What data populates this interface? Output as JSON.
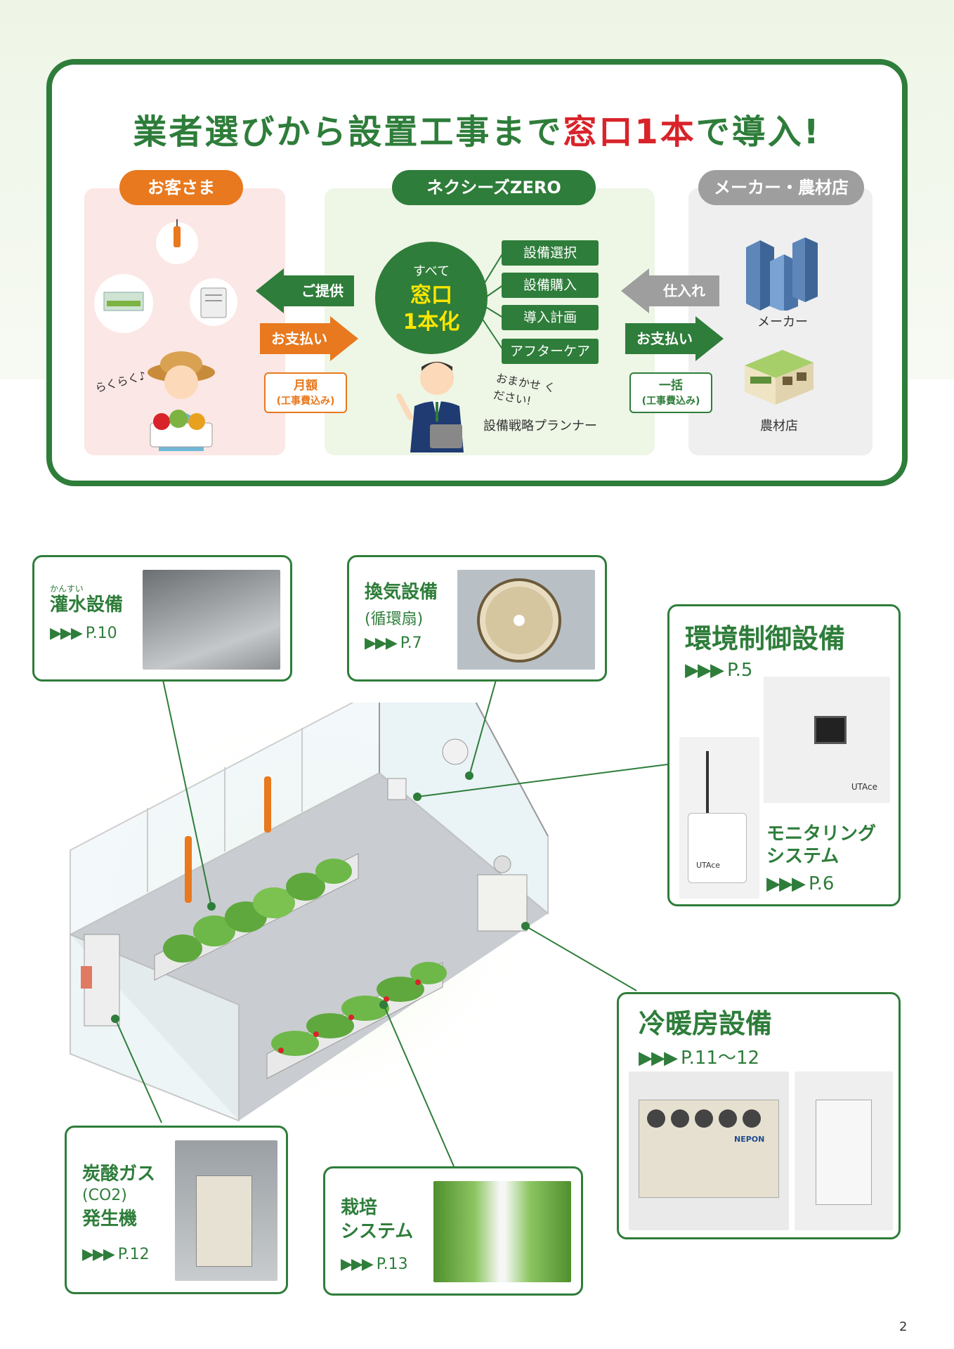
{
  "headline": {
    "part1": "業者選びから設置工事まで",
    "part2": "窓口1本",
    "part3": "で導入!"
  },
  "columns": {
    "customer": "お客さま",
    "zero": "ネクシーズZERO",
    "maker": "メーカー・農材店"
  },
  "center": {
    "small": "すべて",
    "big1": "窓口",
    "big2": "1本化"
  },
  "services": [
    "設備選択",
    "設備購入",
    "導入計画",
    "アフターケア"
  ],
  "arrows": {
    "provide": "ご提供",
    "pay_left": "お支払い",
    "purchase": "仕入れ",
    "pay_right": "お支払い"
  },
  "notes": {
    "monthly_1": "月額",
    "monthly_2": "(工事費込み)",
    "lump_1": "一括",
    "lump_2": "(工事費込み)"
  },
  "captions": {
    "rakuraku": "らくらく♪",
    "omakase": "おまかせ ください!",
    "planner": "設備戦略プランナー",
    "maker": "メーカー",
    "shop": "農材店"
  },
  "cards": {
    "irrigation": {
      "ruby": "かんすい",
      "title": "灌水設備",
      "page": "P.10"
    },
    "ventilation": {
      "title": "換気設備",
      "sub": "(循環扇)",
      "page": "P.7"
    },
    "env": {
      "title": "環境制御設備",
      "page": "P.5",
      "sub_title1": "モニタリング",
      "sub_title2": "システム",
      "sub_page": "P.6"
    },
    "hvac": {
      "title": "冷暖房設備",
      "page": "P.11〜12"
    },
    "co2": {
      "title1": "炭酸ガス",
      "title2": "(CO2)",
      "title3": "発生機",
      "page": "P.12"
    },
    "cultivation": {
      "title1": "栽培",
      "title2": "システム",
      "page": "P.13"
    }
  },
  "brands": {
    "utace": "UTAce",
    "nepon": "NEPON"
  },
  "triangles": "▶▶▶",
  "page_number": "2",
  "colors": {
    "green": "#2e7d3a",
    "orange": "#e8791e",
    "red": "#d8232a",
    "gray": "#9e9e9e",
    "yellow": "#ffe600"
  }
}
